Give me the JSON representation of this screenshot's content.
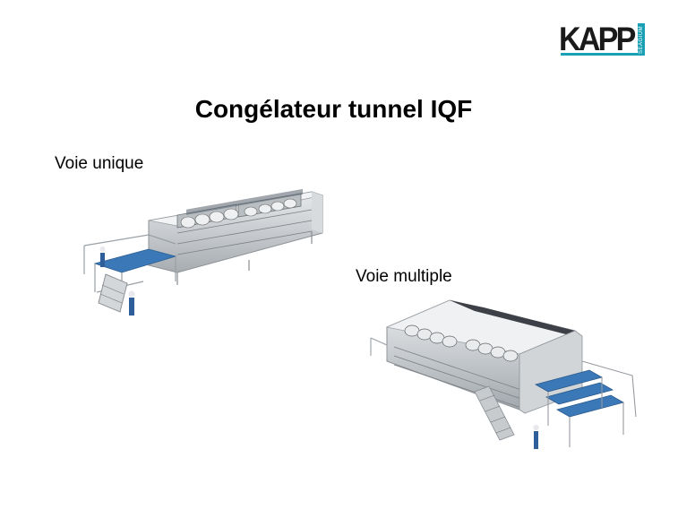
{
  "logo": {
    "letters": "KAPP",
    "side_text": "SEAGIUM"
  },
  "title": "Congélateur tunnel IQF",
  "sections": [
    {
      "label": "Voie unique"
    },
    {
      "label": "Voie multiple"
    }
  ],
  "colors": {
    "accent": "#1aa0b4",
    "belt": "#3a78b8",
    "steel": "#c9cccf"
  },
  "icons": {
    "brand": "kapp-logo"
  }
}
